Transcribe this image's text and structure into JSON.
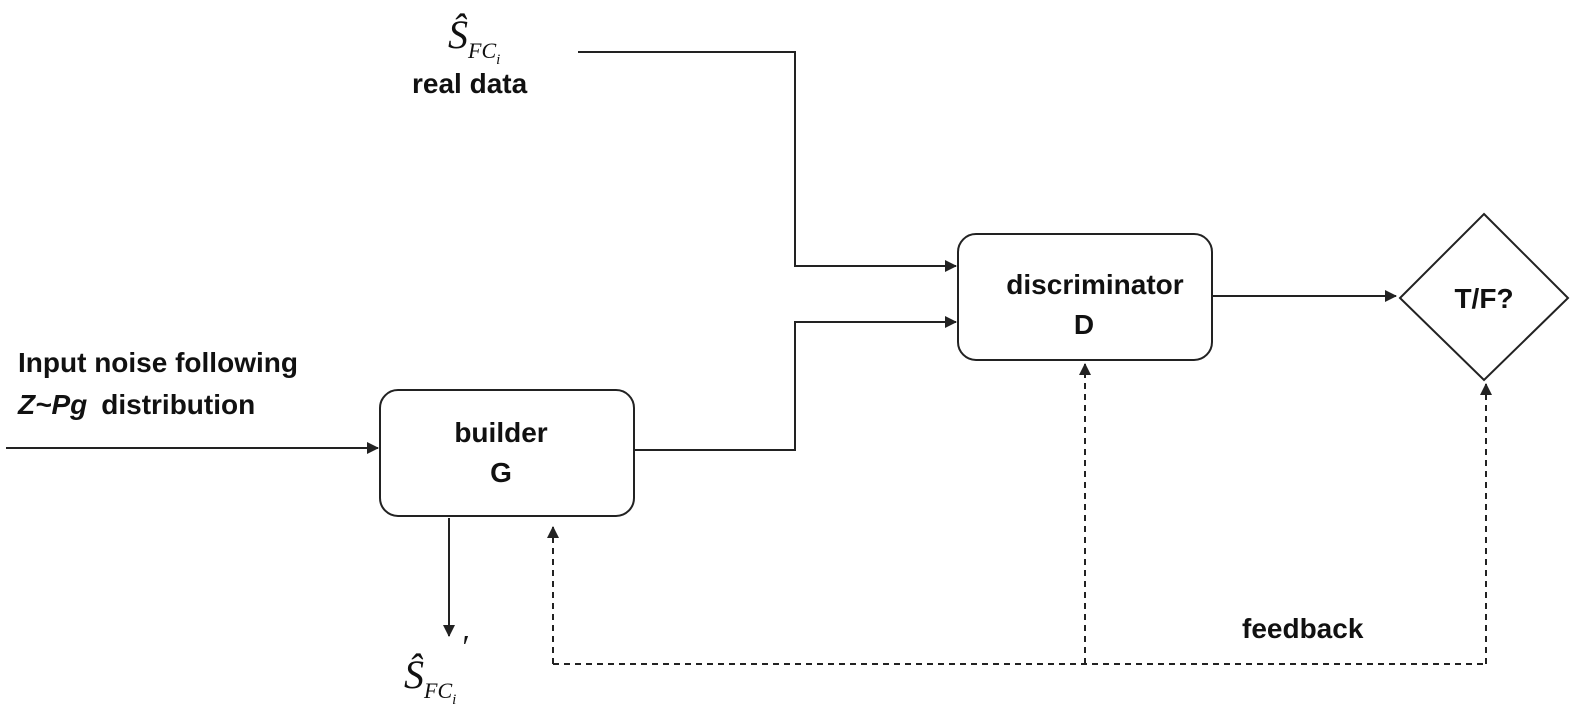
{
  "inputs": {
    "real_symbol": "Ŝ",
    "real_subscript": "FC",
    "real_subsub": "i",
    "real_label": "real data",
    "noise_line1": "Input noise following",
    "noise_math": "Z~Pg",
    "noise_rest": "distribution"
  },
  "nodes": {
    "builder_line1": "builder",
    "builder_line2": "G",
    "discriminator_line1": "discriminator",
    "discriminator_line2": "D",
    "decision": "T/F?"
  },
  "outputs": {
    "gen_symbol": "Ŝ",
    "gen_subscript": "FC",
    "gen_subsub": "i",
    "gen_prime": "′"
  },
  "edges": {
    "feedback_label": "feedback"
  },
  "colors": {
    "stroke": "#222222",
    "background": "#ffffff"
  }
}
